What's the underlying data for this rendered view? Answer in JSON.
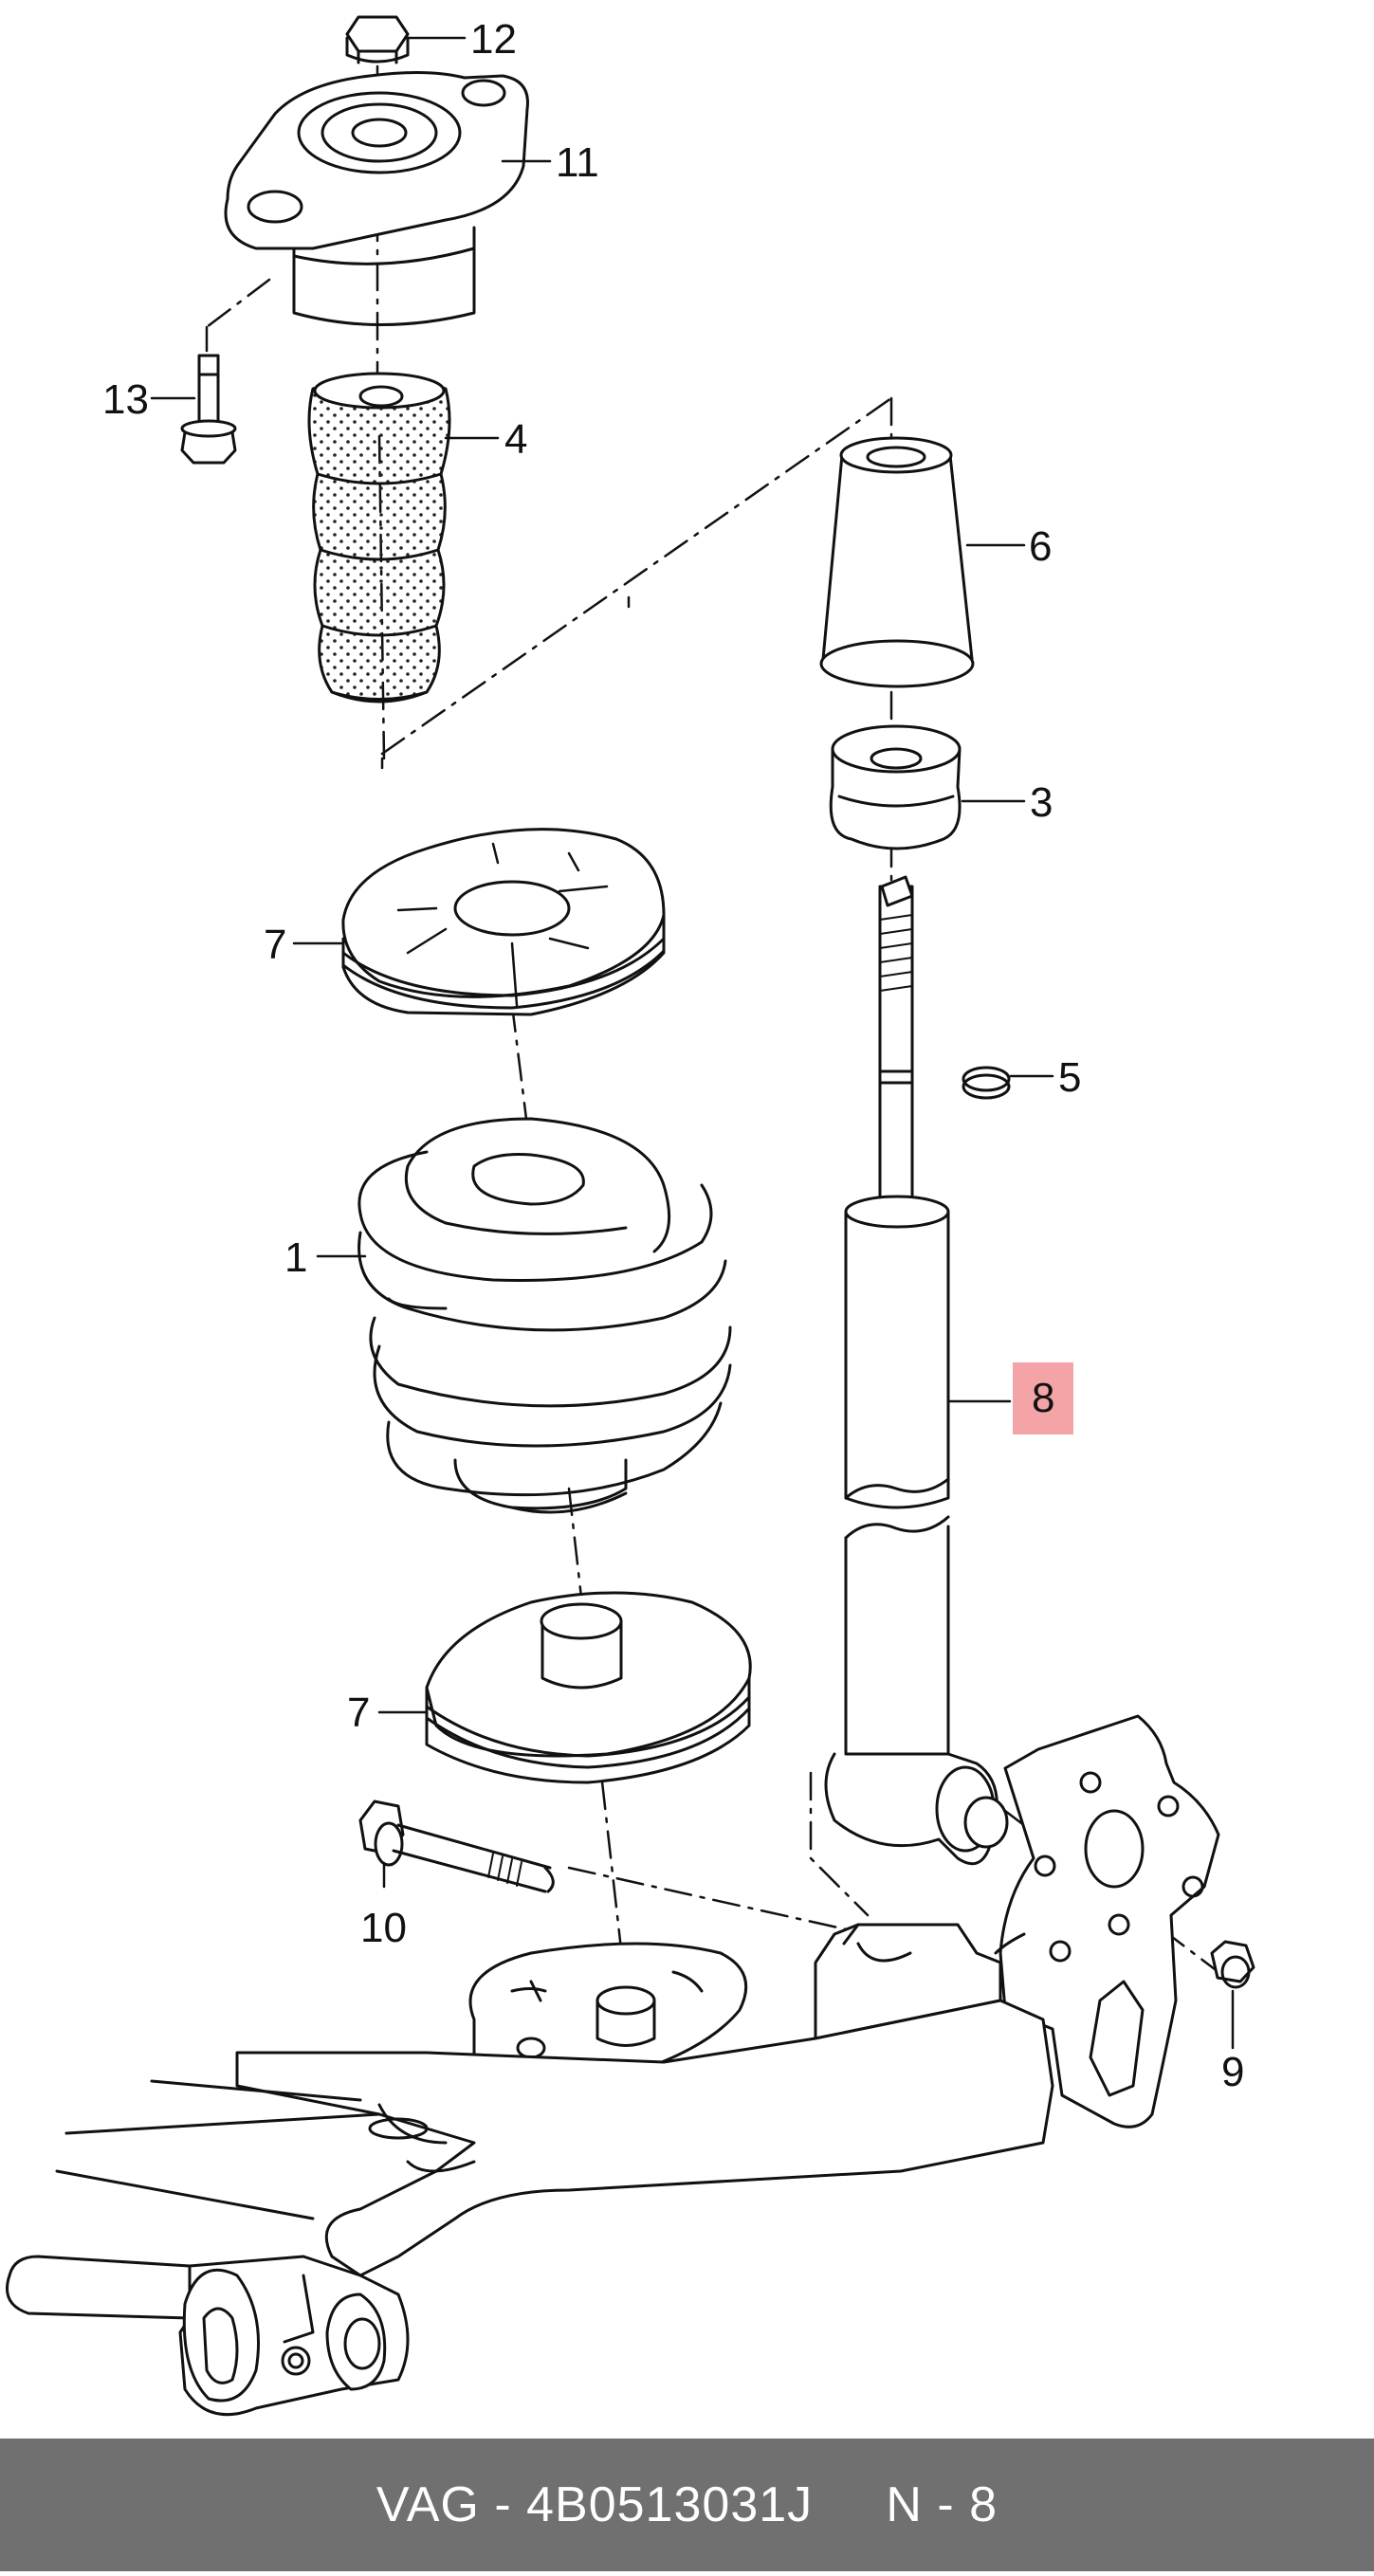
{
  "callouts": {
    "c1": "1",
    "c3": "3",
    "c4": "4",
    "c5": "5",
    "c6": "6",
    "c7a": "7",
    "c7b": "7",
    "c8": "8",
    "c9": "9",
    "c10": "10",
    "c11": "11",
    "c12": "12",
    "c13": "13"
  },
  "highlight": {
    "part": "8",
    "color": "#f4a3a6"
  },
  "footer": {
    "brand": "VAG",
    "separator": "-",
    "part_number": "4B0513031J",
    "position": "N - 8",
    "background": "#707070"
  }
}
